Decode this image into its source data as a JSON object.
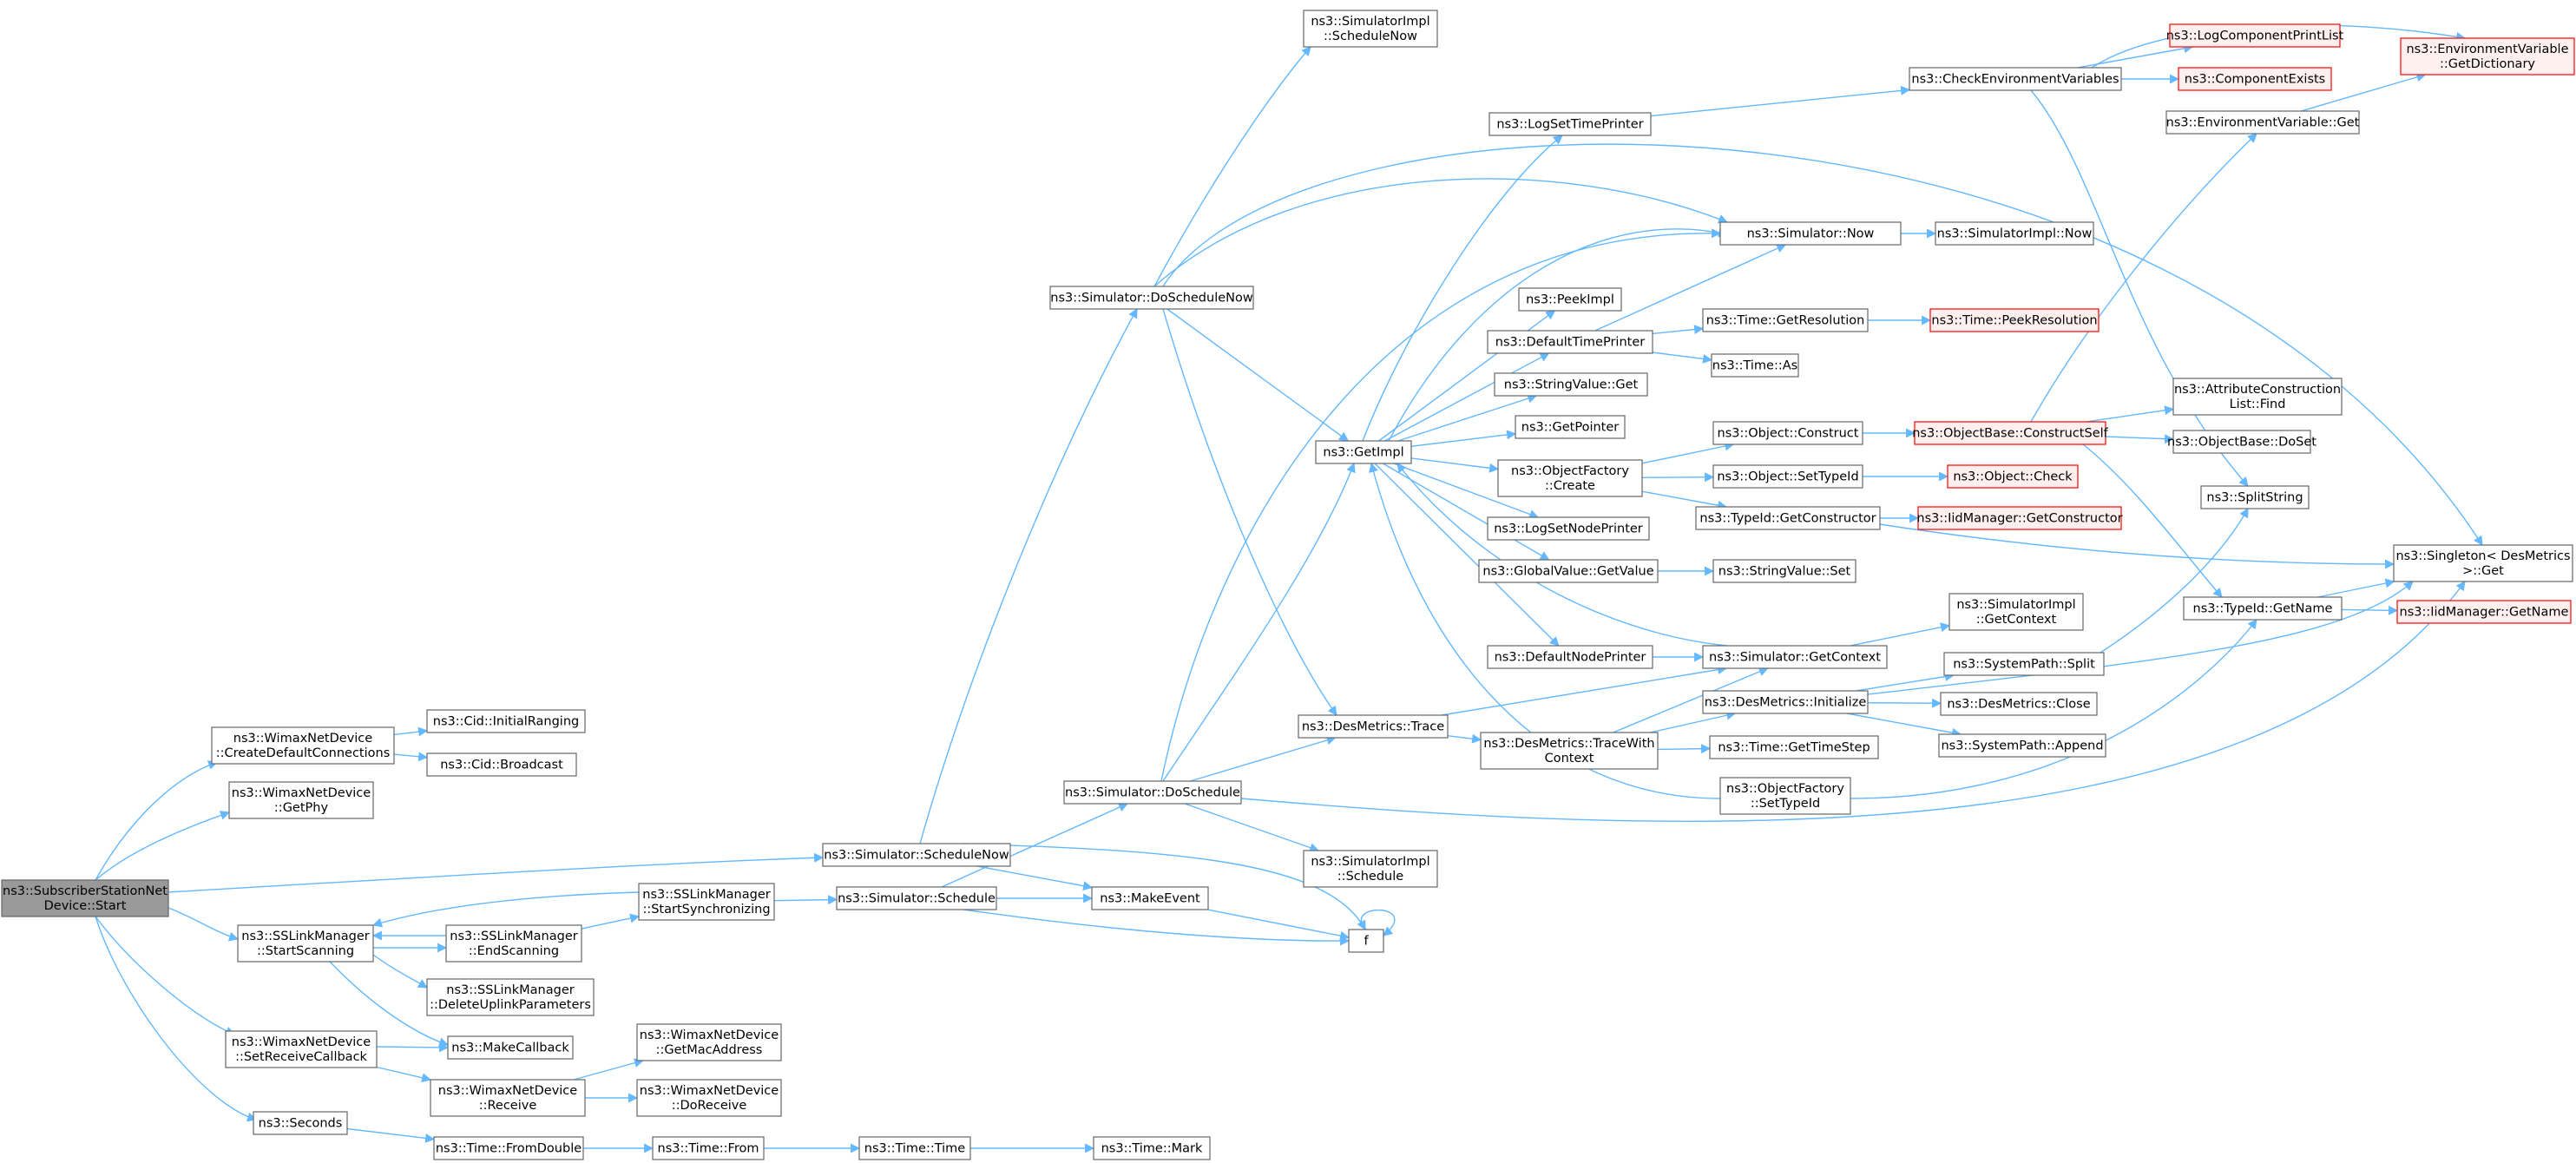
{
  "colors": {
    "edge": "#63b8ff",
    "node_border": "#666666",
    "node_fill": "#ffffff",
    "root_fill": "#999999",
    "truncated_border": "#ff0000",
    "truncated_fill": "#fff0f0"
  },
  "nodes": [
    {
      "id": "root",
      "lines": [
        "ns3::SubscriberStationNet",
        "Device::Start"
      ],
      "kind": "root"
    },
    {
      "id": "wnd_cdc",
      "lines": [
        "ns3::WimaxNetDevice",
        "::CreateDefaultConnections"
      ]
    },
    {
      "id": "cid_ir",
      "lines": [
        "ns3::Cid::InitialRanging"
      ]
    },
    {
      "id": "cid_bc",
      "lines": [
        "ns3::Cid::Broadcast"
      ]
    },
    {
      "id": "wnd_gp",
      "lines": [
        "ns3::WimaxNetDevice",
        "::GetPhy"
      ]
    },
    {
      "id": "ssl_ss",
      "lines": [
        "ns3::SSLinkManager",
        "::StartScanning"
      ]
    },
    {
      "id": "ssl_es",
      "lines": [
        "ns3::SSLinkManager",
        "::EndScanning"
      ]
    },
    {
      "id": "ssl_sy",
      "lines": [
        "ns3::SSLinkManager",
        "::StartSynchronizing"
      ]
    },
    {
      "id": "ssl_dup",
      "lines": [
        "ns3::SSLinkManager",
        "::DeleteUplinkParameters"
      ]
    },
    {
      "id": "mk_cb",
      "lines": [
        "ns3::MakeCallback"
      ]
    },
    {
      "id": "wnd_src",
      "lines": [
        "ns3::WimaxNetDevice",
        "::SetReceiveCallback"
      ]
    },
    {
      "id": "wnd_rx",
      "lines": [
        "ns3::WimaxNetDevice",
        "::Receive"
      ]
    },
    {
      "id": "wnd_gma",
      "lines": [
        "ns3::WimaxNetDevice",
        "::GetMacAddress"
      ]
    },
    {
      "id": "wnd_drx",
      "lines": [
        "ns3::WimaxNetDevice",
        "::DoReceive"
      ]
    },
    {
      "id": "seconds",
      "lines": [
        "ns3::Seconds"
      ]
    },
    {
      "id": "t_fd",
      "lines": [
        "ns3::Time::FromDouble"
      ]
    },
    {
      "id": "t_from",
      "lines": [
        "ns3::Time::From"
      ]
    },
    {
      "id": "t_time",
      "lines": [
        "ns3::Time::Time"
      ]
    },
    {
      "id": "t_mark",
      "lines": [
        "ns3::Time::Mark"
      ]
    },
    {
      "id": "sim_sn",
      "lines": [
        "ns3::Simulator::ScheduleNow"
      ]
    },
    {
      "id": "sim_s",
      "lines": [
        "ns3::Simulator::Schedule"
      ]
    },
    {
      "id": "mk_ev",
      "lines": [
        "ns3::MakeEvent"
      ]
    },
    {
      "id": "f",
      "lines": [
        "f"
      ]
    },
    {
      "id": "sim_ds",
      "lines": [
        "ns3::Simulator::DoSchedule"
      ]
    },
    {
      "id": "sim_dsn",
      "lines": [
        "ns3::Simulator::DoScheduleNow"
      ]
    },
    {
      "id": "simi_sn",
      "lines": [
        "ns3::SimulatorImpl",
        "::ScheduleNow"
      ]
    },
    {
      "id": "simi_s",
      "lines": [
        "ns3::SimulatorImpl",
        "::Schedule"
      ]
    },
    {
      "id": "dm_tr",
      "lines": [
        "ns3::DesMetrics::Trace"
      ]
    },
    {
      "id": "getimpl",
      "lines": [
        "ns3::GetImpl"
      ]
    },
    {
      "id": "lstp",
      "lines": [
        "ns3::LogSetTimePrinter"
      ]
    },
    {
      "id": "peekimpl",
      "lines": [
        "ns3::PeekImpl"
      ]
    },
    {
      "id": "dtp",
      "lines": [
        "ns3::DefaultTimePrinter"
      ]
    },
    {
      "id": "sv_get",
      "lines": [
        "ns3::StringValue::Get"
      ]
    },
    {
      "id": "getptr",
      "lines": [
        "ns3::GetPointer"
      ]
    },
    {
      "id": "of_create",
      "lines": [
        "ns3::ObjectFactory",
        "::Create"
      ]
    },
    {
      "id": "lsnp",
      "lines": [
        "ns3::LogSetNodePrinter"
      ]
    },
    {
      "id": "gv_gv",
      "lines": [
        "ns3::GlobalValue::GetValue"
      ]
    },
    {
      "id": "dnp",
      "lines": [
        "ns3::DefaultNodePrinter"
      ]
    },
    {
      "id": "dm_twc",
      "lines": [
        "ns3::DesMetrics::TraceWith",
        "Context"
      ]
    },
    {
      "id": "sim_now",
      "lines": [
        "ns3::Simulator::Now"
      ]
    },
    {
      "id": "simi_now",
      "lines": [
        "ns3::SimulatorImpl::Now"
      ]
    },
    {
      "id": "t_gr",
      "lines": [
        "ns3::Time::GetResolution"
      ]
    },
    {
      "id": "t_pr",
      "lines": [
        "ns3::Time::PeekResolution"
      ],
      "kind": "truncated"
    },
    {
      "id": "t_as",
      "lines": [
        "ns3::Time::As"
      ]
    },
    {
      "id": "cev",
      "lines": [
        "ns3::CheckEnvironmentVariables"
      ]
    },
    {
      "id": "lcpl",
      "lines": [
        "ns3::LogComponentPrintList"
      ],
      "kind": "truncated"
    },
    {
      "id": "compex",
      "lines": [
        "ns3::ComponentExists"
      ],
      "kind": "truncated"
    },
    {
      "id": "ev_get",
      "lines": [
        "ns3::EnvironmentVariable::Get"
      ]
    },
    {
      "id": "ev_gd",
      "lines": [
        "ns3::EnvironmentVariable",
        "::GetDictionary"
      ],
      "kind": "truncated"
    },
    {
      "id": "obj_con",
      "lines": [
        "ns3::Object::Construct"
      ]
    },
    {
      "id": "ob_cs",
      "lines": [
        "ns3::ObjectBase::ConstructSelf"
      ],
      "kind": "truncated"
    },
    {
      "id": "acl_find",
      "lines": [
        "ns3::AttributeConstruction",
        "List::Find"
      ]
    },
    {
      "id": "ob_ds",
      "lines": [
        "ns3::ObjectBase::DoSet"
      ]
    },
    {
      "id": "obj_sti",
      "lines": [
        "ns3::Object::SetTypeId"
      ]
    },
    {
      "id": "obj_chk",
      "lines": [
        "ns3::Object::Check"
      ],
      "kind": "truncated"
    },
    {
      "id": "split",
      "lines": [
        "ns3::SplitString"
      ]
    },
    {
      "id": "tid_gc",
      "lines": [
        "ns3::TypeId::GetConstructor"
      ]
    },
    {
      "id": "iidm_gc",
      "lines": [
        "ns3::IidManager::GetConstructor"
      ],
      "kind": "truncated"
    },
    {
      "id": "singleton",
      "lines": [
        "ns3::Singleton< DesMetrics",
        ">::Get"
      ]
    },
    {
      "id": "tid_gn",
      "lines": [
        "ns3::TypeId::GetName"
      ]
    },
    {
      "id": "iidm_gn",
      "lines": [
        "ns3::IidManager::GetName"
      ],
      "kind": "truncated"
    },
    {
      "id": "sv_set",
      "lines": [
        "ns3::StringValue::Set"
      ]
    },
    {
      "id": "sim_gc",
      "lines": [
        "ns3::Simulator::GetContext"
      ]
    },
    {
      "id": "simi_gc",
      "lines": [
        "ns3::SimulatorImpl",
        "::GetContext"
      ]
    },
    {
      "id": "dm_init",
      "lines": [
        "ns3::DesMetrics::Initialize"
      ]
    },
    {
      "id": "sp_split",
      "lines": [
        "ns3::SystemPath::Split"
      ]
    },
    {
      "id": "dm_close",
      "lines": [
        "ns3::DesMetrics::Close"
      ]
    },
    {
      "id": "sp_app",
      "lines": [
        "ns3::SystemPath::Append"
      ]
    },
    {
      "id": "t_gts",
      "lines": [
        "ns3::Time::GetTimeStep"
      ]
    },
    {
      "id": "of_sti",
      "lines": [
        "ns3::ObjectFactory",
        "::SetTypeId"
      ]
    }
  ]
}
